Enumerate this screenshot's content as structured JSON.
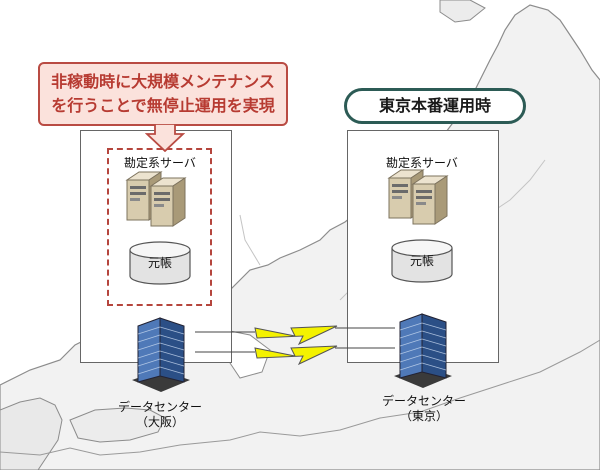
{
  "callout": {
    "line1": "非稼動時に大規模メンテナンス",
    "line2": "を行うことで無停止運用を実現"
  },
  "tokyo_badge": "東京本番運用時",
  "osaka": {
    "server_label": "勘定系サーバ",
    "db_label": "元帳",
    "dc_line1": "データセンター",
    "dc_line2": "（大阪）"
  },
  "tokyo": {
    "server_label": "勘定系サーバ",
    "db_label": "元帳",
    "dc_line1": "データセンター",
    "dc_line2": "（東京）"
  },
  "colors": {
    "callout_border": "#b94b43",
    "callout_fill": "#fbe2dc",
    "badge_border": "#2c5b55",
    "link_yellow": "#f4f200"
  }
}
